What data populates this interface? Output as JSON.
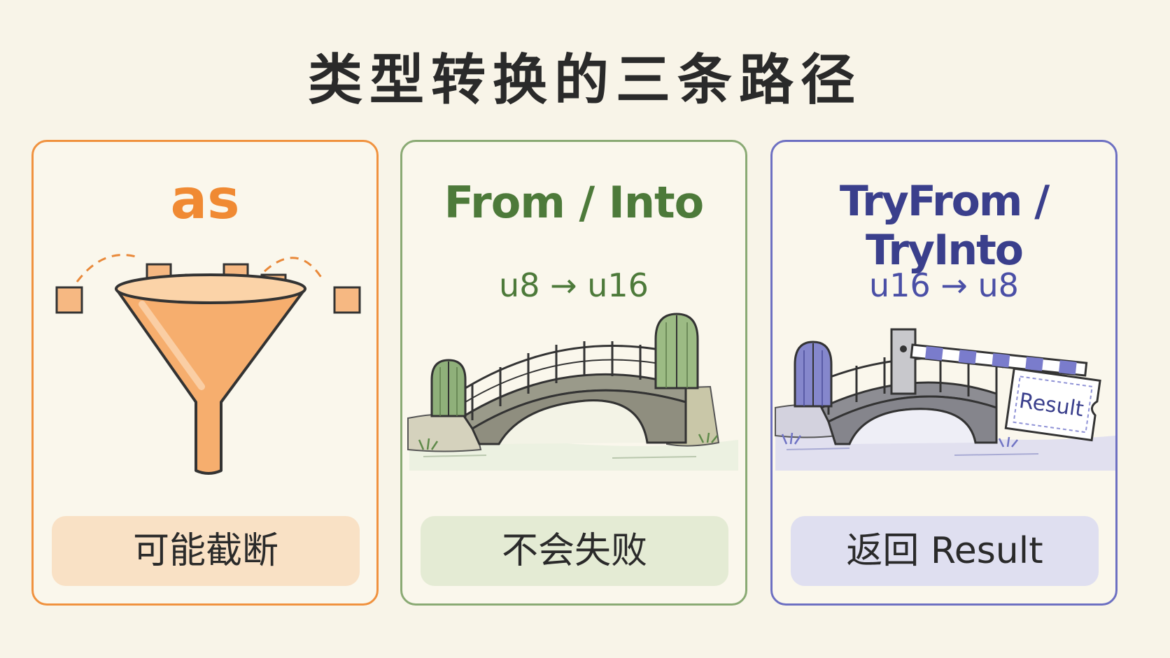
{
  "title": "类型转换的三条路径",
  "colors": {
    "as_accent": "#f08a33",
    "from_accent": "#4d7a3a",
    "try_accent": "#3a3f8c"
  },
  "cards": [
    {
      "heading": "as",
      "subtitle": "",
      "illustration": "funnel-icon",
      "caption": "可能截断"
    },
    {
      "heading": "From / Into",
      "subtitle": "u8 → u16",
      "illustration": "bridge-icon",
      "caption": "不会失败"
    },
    {
      "heading": "TryFrom / TryInto",
      "subtitle": "u16 → u8",
      "illustration": "gated-bridge-icon",
      "ticket_label": "Result",
      "caption": "返回 Result"
    }
  ]
}
